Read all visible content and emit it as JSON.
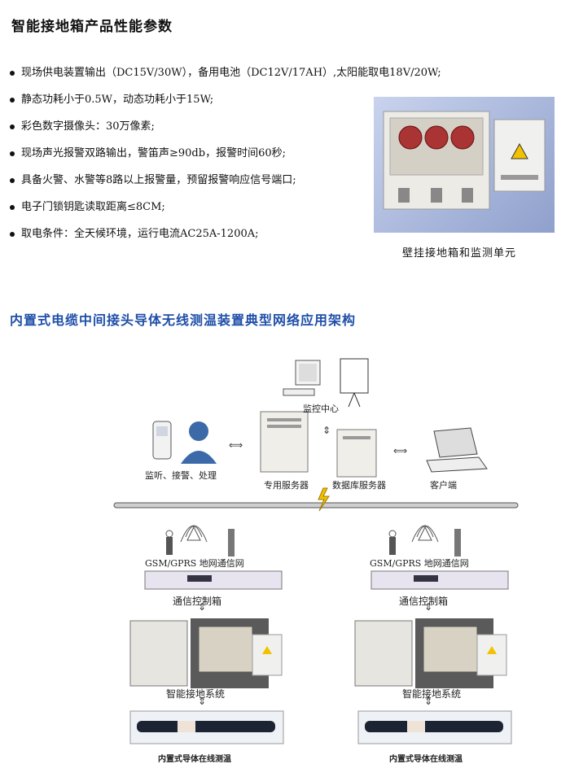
{
  "product_section": {
    "title": "智能接地箱产品性能参数",
    "specs": [
      "现场供电装置输出（DC15V/30W），备用电池（DC12V/17AH）,太阳能取电18V/20W;",
      "静态功耗小于0.5W，动态功耗小于15W;",
      "彩色数字摄像头：30万像素;",
      "现场声光报警双路输出，警笛声≥90db，报警时间60秒;",
      "具备火警、水警等8路以上报警量，预留报警响应信号端口;",
      "电子门锁钥匙读取距离≤8CM;",
      "取电条件：全天候环境，运行电流AC25A-1200A;"
    ],
    "photo_caption": "壁挂接地箱和监测单元"
  },
  "architecture_section": {
    "title": "内置式电缆中间接头导体无线测温装置典型网络应用架构",
    "labels": {
      "monitor_center": "监控中心",
      "listen": "监听、接警、处理",
      "dedicated_server": "专用服务器",
      "db_server": "数据库服务器",
      "client": "客户端",
      "network_left": "GSM/GPRS 地网通信网",
      "network_right": "GSM/GPRS 地网通信网",
      "comm_box_left": "通信控制箱",
      "comm_box_right": "通信控制箱",
      "grounding_left": "智能接地系统",
      "grounding_right": "智能接地系统",
      "temp_left": "内置式导体在线测温",
      "temp_right": "内置式导体在线测温"
    }
  },
  "colors": {
    "accent_title": "#1f4fa8",
    "photo_bg": "#9fb0d8",
    "box_metal": "#e8e8e2",
    "bus_line": "#555555"
  }
}
